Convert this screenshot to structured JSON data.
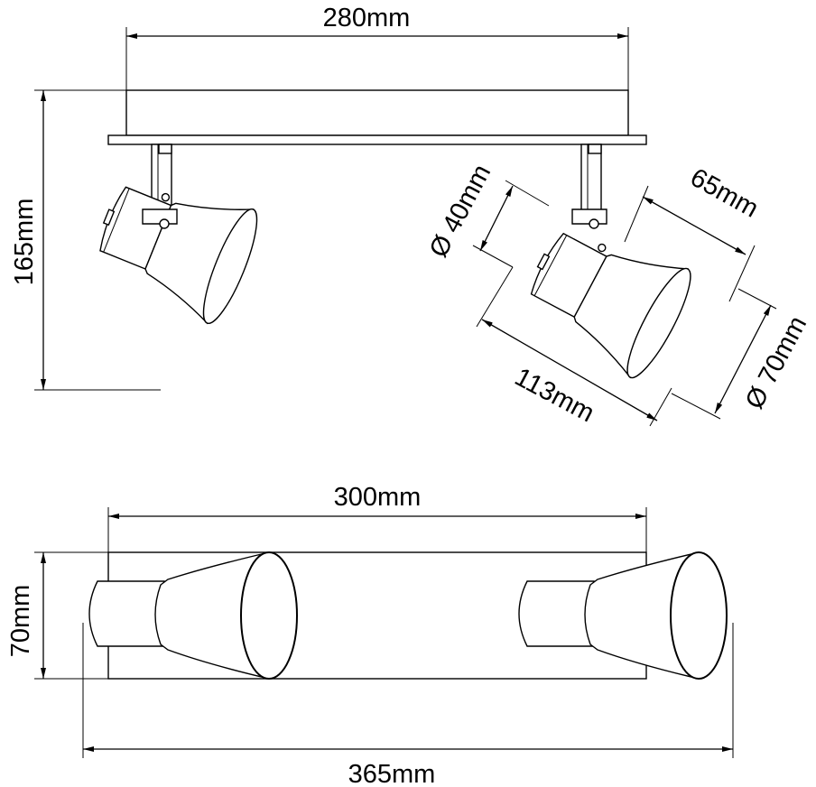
{
  "dimensions": {
    "top_width": "280mm",
    "overall_height": "165mm",
    "socket_diameter": "Ø 40mm",
    "shade_length": "65mm",
    "spot_length": "113mm",
    "shade_diameter": "Ø 70mm",
    "base_width": "300mm",
    "base_depth": "70mm",
    "overall_width": "365mm"
  }
}
